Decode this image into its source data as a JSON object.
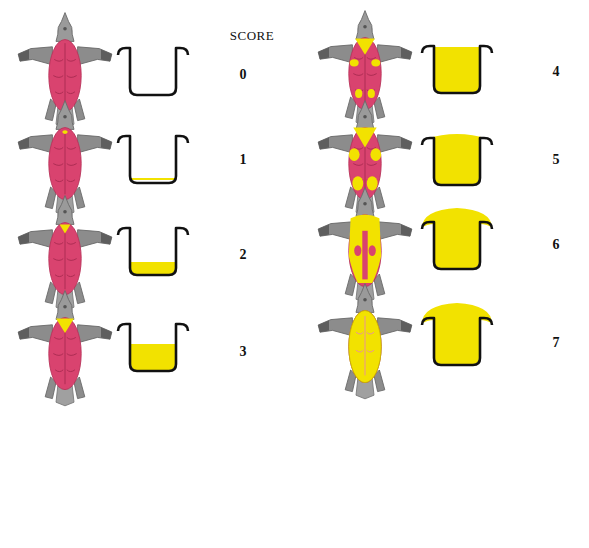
{
  "diagram": {
    "labels": [
      "SCORE",
      "0",
      "1",
      "2",
      "3",
      "4",
      "5",
      "6",
      "7"
    ]
  }
}
